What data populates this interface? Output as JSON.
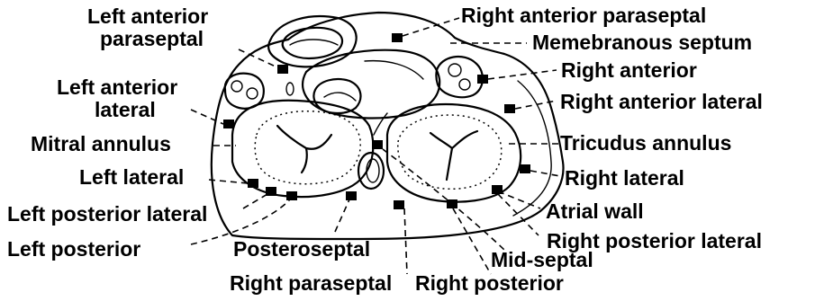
{
  "labels": {
    "left_anterior_paraseptal_1": "Left anterior",
    "left_anterior_paraseptal_2": "paraseptal",
    "left_anterior_lateral_1": "Left anterior",
    "left_anterior_lateral_2": "lateral",
    "mitral_annulus": "Mitral annulus",
    "left_lateral": "Left lateral",
    "left_posterior_lateral": "Left posterior lateral",
    "left_posterior": "Left posterior",
    "posteroseptal": "Posteroseptal",
    "right_paraseptal": "Right paraseptal",
    "right_posterior": "Right posterior",
    "mid_septal": "Mid-septal",
    "right_posterior_lateral": "Right posterior lateral",
    "atrial_wall": "Atrial wall",
    "right_lateral": "Right lateral",
    "tricuspid_annulus": "Tricudus annulus",
    "right_anterior_lateral": "Right anterior lateral",
    "right_anterior": "Right anterior",
    "membranous_septum": "Memebranous septum",
    "right_anterior_paraseptal": "Right anterior paraseptal"
  }
}
